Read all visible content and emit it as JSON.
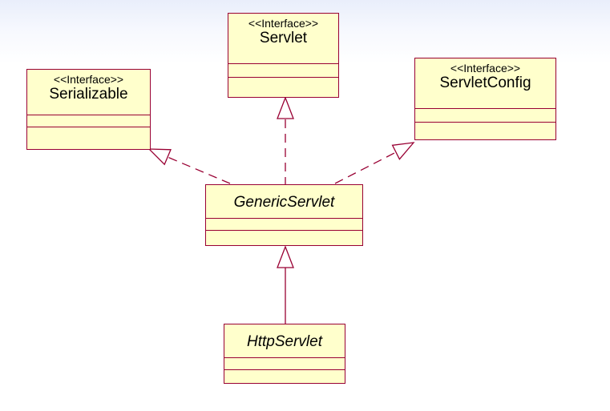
{
  "classes": {
    "servlet": {
      "stereotype": "<<Interface>>",
      "name": "Servlet"
    },
    "serializable": {
      "stereotype": "<<Interface>>",
      "name": "Serializable"
    },
    "servlet_config": {
      "stereotype": "<<Interface>>",
      "name": "ServletConfig"
    },
    "generic_servlet": {
      "name": "GenericServlet"
    },
    "http_servlet": {
      "name": "HttpServlet"
    }
  },
  "colors": {
    "box_fill": "#ffffcc",
    "box_border": "#990033",
    "connector": "#990033",
    "top_gradient": "#e9eefb"
  }
}
